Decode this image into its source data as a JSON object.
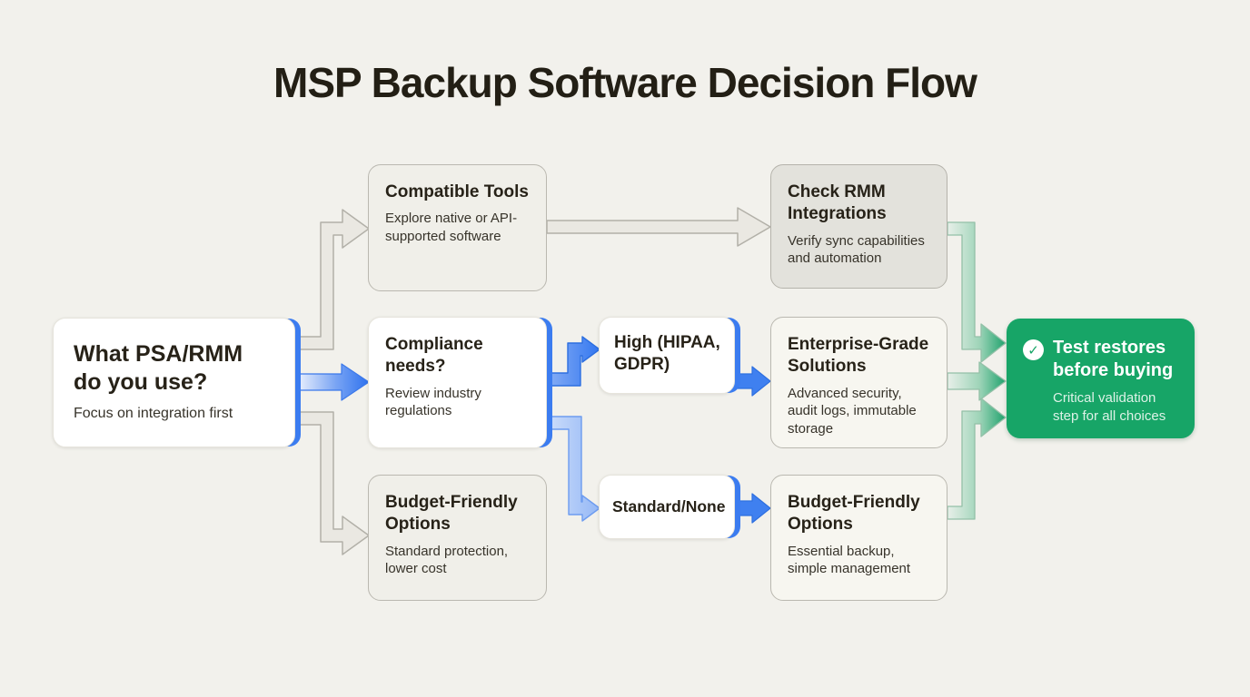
{
  "page": {
    "title": "MSP Backup Software Decision Flow"
  },
  "colors": {
    "background": "#f2f1ec",
    "accent_blue": "#3b7cf0",
    "accent_green": "#17a567",
    "neutral_border": "#b5b3ab",
    "text_dark": "#262219"
  },
  "nodes": {
    "root": {
      "title": "What PSA/RMM do you use?",
      "subtitle": "Focus on integration first"
    },
    "compatible": {
      "title": "Compatible Tools",
      "subtitle": "Explore native or API-supported software"
    },
    "compliance": {
      "title": "Compliance needs?",
      "subtitle": "Review industry regulations"
    },
    "budget_mid": {
      "title": "Budget-Friendly Options",
      "subtitle": "Standard protection, lower cost"
    },
    "high": {
      "title": "High (HIPAA, GDPR)"
    },
    "standard": {
      "title": "Standard/None"
    },
    "check_rmm": {
      "title": "Check RMM Integrations",
      "subtitle": "Verify sync capabilities and automation"
    },
    "enterprise": {
      "title": "Enterprise-Grade Solutions",
      "subtitle": "Advanced security, audit logs, immutable storage"
    },
    "budget_right": {
      "title": "Budget-Friendly Options",
      "subtitle": "Essential backup, simple management"
    },
    "final": {
      "title": "Test restores before buying",
      "subtitle": "Critical validation step for all choices",
      "icon": "check-circle",
      "icon_glyph": "✓"
    }
  },
  "edges": [
    {
      "from": "root",
      "to": "compatible",
      "style": "gray"
    },
    {
      "from": "root",
      "to": "compliance",
      "style": "blue"
    },
    {
      "from": "root",
      "to": "budget_mid",
      "style": "gray"
    },
    {
      "from": "compatible",
      "to": "check_rmm",
      "style": "gray"
    },
    {
      "from": "compliance",
      "to": "high",
      "style": "blue"
    },
    {
      "from": "compliance",
      "to": "standard",
      "style": "blue-light"
    },
    {
      "from": "high",
      "to": "enterprise",
      "style": "blue"
    },
    {
      "from": "standard",
      "to": "budget_right",
      "style": "blue"
    },
    {
      "from": "check_rmm",
      "to": "final",
      "style": "green"
    },
    {
      "from": "enterprise",
      "to": "final",
      "style": "green"
    },
    {
      "from": "budget_right",
      "to": "final",
      "style": "green"
    }
  ]
}
